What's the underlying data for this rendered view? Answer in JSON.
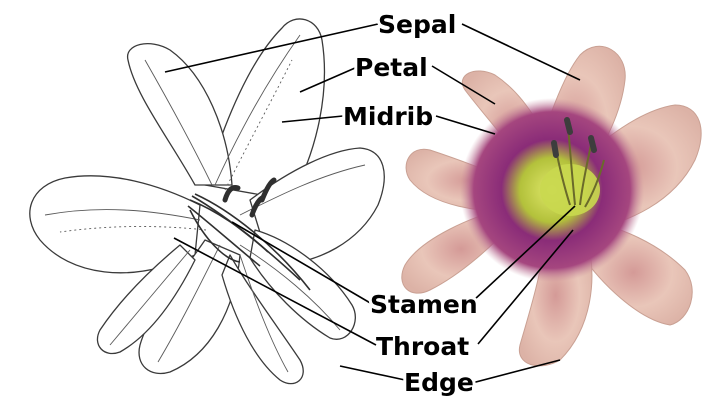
{
  "labels": {
    "sepal": "Sepal",
    "petal": "Petal",
    "midrib": "Midrib",
    "stamen": "Stamen",
    "throat": "Throat",
    "edge": "Edge"
  },
  "colors": {
    "petal_pink": "#e7c1b4",
    "midrib_purple": "#8e2f79",
    "throat_green": "#c8d64a",
    "line": "#000000",
    "sketch": "#3a3a3a"
  }
}
